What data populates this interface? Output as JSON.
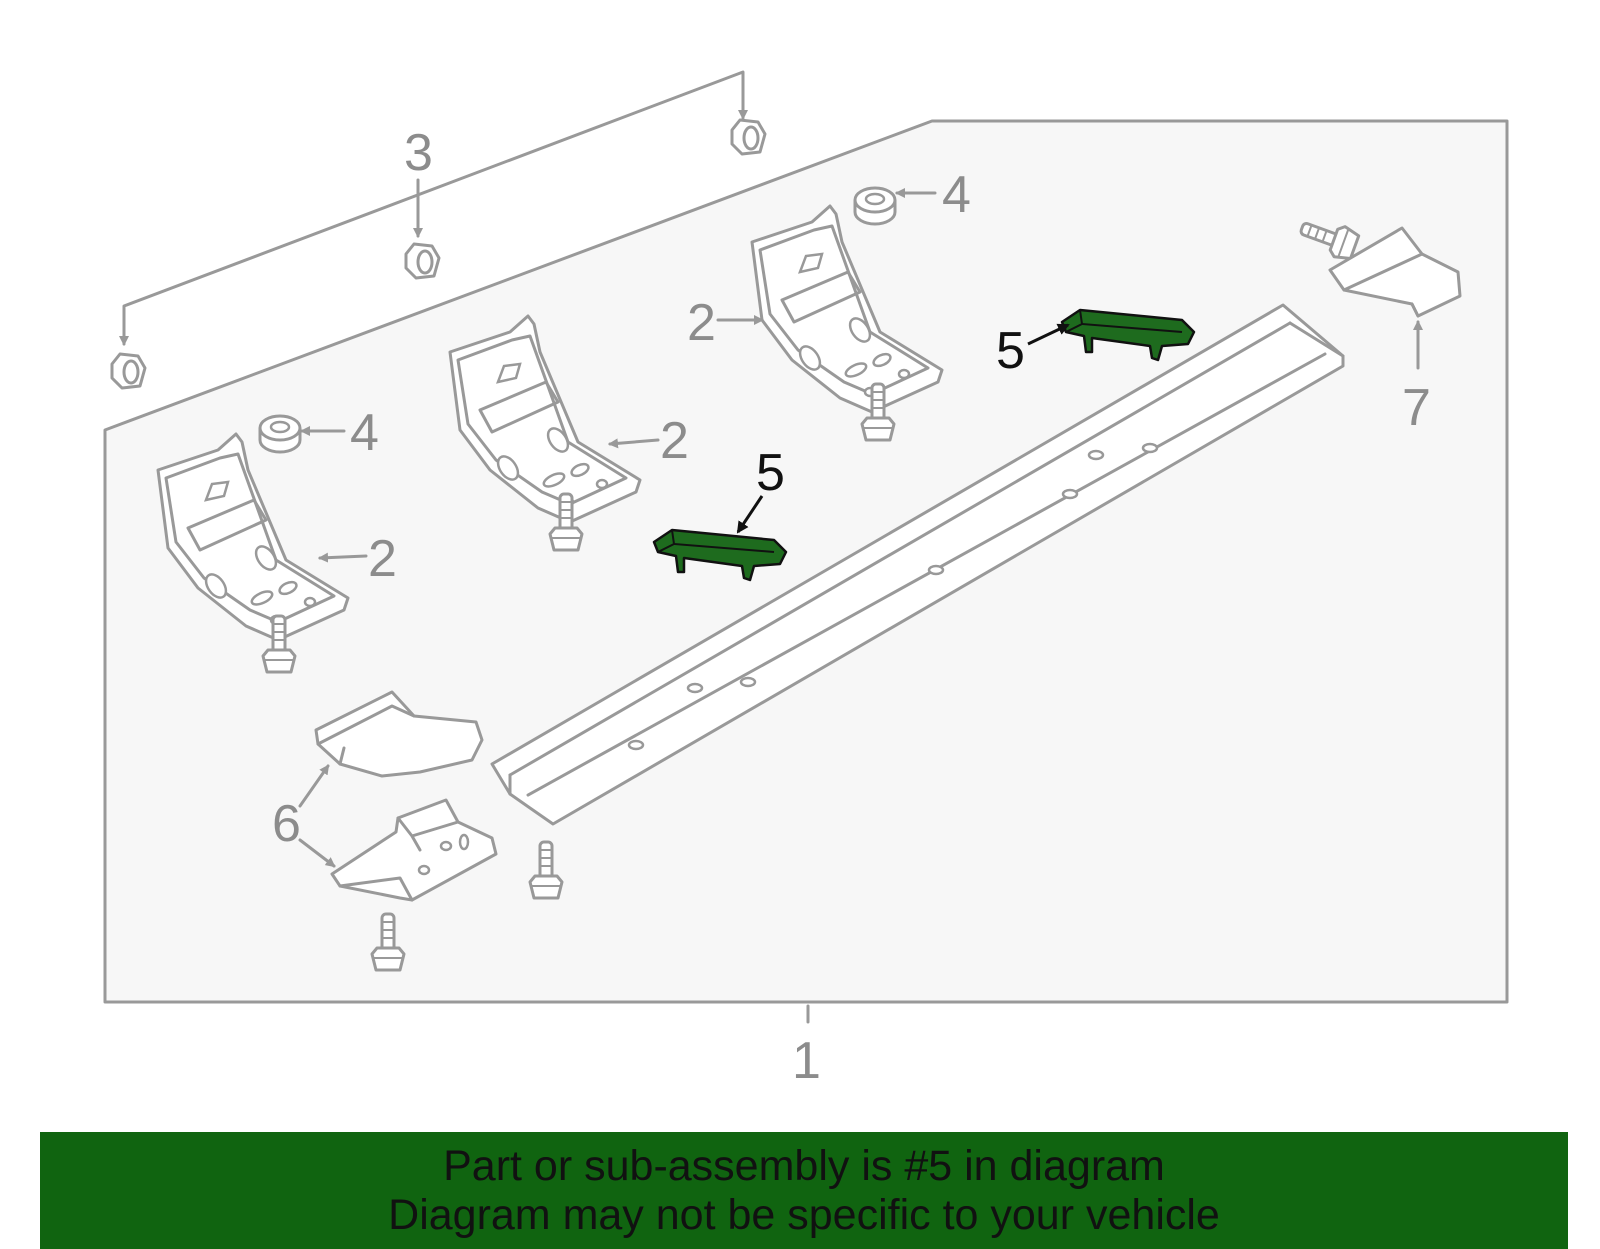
{
  "callouts": {
    "c1": "1",
    "c2a": "2",
    "c2b": "2",
    "c2c": "2",
    "c3": "3",
    "c4a": "4",
    "c4b": "4",
    "c5a": "5",
    "c5b": "5",
    "c6": "6",
    "c7": "7"
  },
  "highlighted_part": "5",
  "colors": {
    "highlight": "#1e6b1e",
    "banner": "#106410",
    "line": "#999999",
    "panel": "#f7f7f7"
  },
  "banner": {
    "line1": "Part or sub-assembly is #5 in diagram",
    "line2": "Diagram may not be specific to your vehicle"
  }
}
